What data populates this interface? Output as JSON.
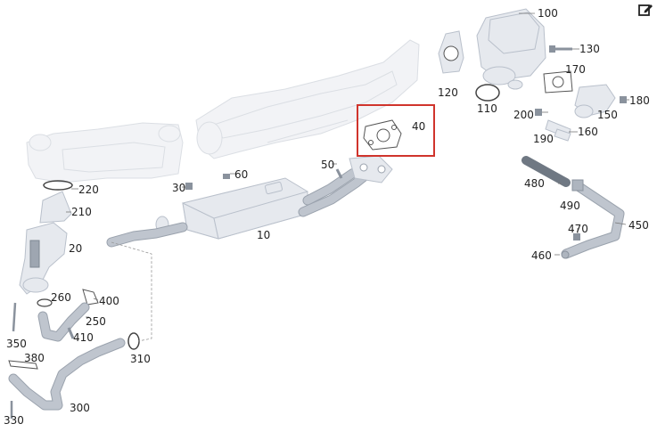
{
  "diagram": {
    "labels": [
      "100",
      "130",
      "170",
      "180",
      "150",
      "200",
      "160",
      "190",
      "120",
      "110",
      "40",
      "50",
      "60",
      "30",
      "10",
      "220",
      "210",
      "20",
      "260",
      "400",
      "250",
      "410",
      "350",
      "310",
      "380",
      "300",
      "330",
      "480",
      "490",
      "450",
      "470",
      "460"
    ],
    "highlight_color": "#d0342c"
  },
  "toolbar": {
    "edit_icon": "edit-icon"
  }
}
